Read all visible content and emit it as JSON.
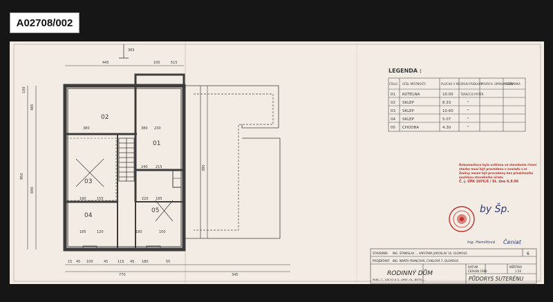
{
  "archive_id": "A02708/002",
  "colors": {
    "paper": "#f3ece4",
    "line": "#3b3b3b",
    "stamp_red": "#c0302a",
    "stamp_blue": "#3b4a8a"
  },
  "legend": {
    "title": "LEGENDA :",
    "headers": [
      "ČÍSLO",
      "ÚČEL MÍSTNOSTI",
      "PLOCHA V M2",
      "DRUH PODLAHY",
      "POVRCH. ÚPRAVA STĚN",
      "POZNÁMKA"
    ],
    "rows": [
      {
        "num": "01",
        "name": "KOTELNA",
        "area": "10.00",
        "floor": "TERACCO POTĚR"
      },
      {
        "num": "02",
        "name": "SKLEP",
        "area": "8.33",
        "floor": "\""
      },
      {
        "num": "03",
        "name": "SKLEP",
        "area": "10.60",
        "floor": "\""
      },
      {
        "num": "04",
        "name": "SKLEP",
        "area": "5.07",
        "floor": "\""
      },
      {
        "num": "05",
        "name": "CHODBA",
        "area": "4.30",
        "floor": "\""
      }
    ]
  },
  "rooms": [
    "02",
    "01",
    "03",
    "04",
    "05"
  ],
  "stamp_text": [
    "Dokumentace byla ověřena ve stavebním řízení",
    "stavba musí být provedena v souladu s ní",
    "Změny nesmí být provedeny bez předchozího",
    "souhlasu stavebního úřadu",
    "Č. j. ÚPA 1076/6 / St. dne 6.9.96"
  ],
  "signatures": [
    "by Šp.",
    "Ing. Hamiltová",
    "Čeniat"
  ],
  "title_block": {
    "stavebnik_label": "STAVEBNÍK",
    "stavebnik": "ING. STANISLAV ... VARITAŇA JAROSLAV 16, OLOMOUC",
    "projektant_label": "PROJEKTANT",
    "projektant": "ING. MARTA FRANCOVÁ, CVIKLOVÁ 7, OLOMOUC",
    "datum_label": "DATUM",
    "datum": "ČERVEN 1996",
    "meritko_label": "MĚŘÍTKO",
    "meritko": "1:50",
    "page": "6",
    "title": "RODINNÝ DŮM",
    "subtitle": "PARC. Č. 1057/2 K.Ú. LIPKY, OL. BETEL...",
    "drawing": "PŮDORYS SUTERÉNU"
  },
  "dims": {
    "top": [
      "445",
      "365",
      "100",
      "515"
    ],
    "bottom": [
      "15",
      "45",
      "100",
      "45",
      "115",
      "45",
      "180",
      "55"
    ],
    "bottom_total": [
      "770",
      "345"
    ],
    "left": [
      "100",
      "950",
      "690",
      "485",
      "380"
    ],
    "room_dims": [
      "380",
      "380",
      "230",
      "240",
      "215",
      "190",
      "155",
      "220",
      "185",
      "185",
      "120",
      "180",
      "100"
    ]
  }
}
